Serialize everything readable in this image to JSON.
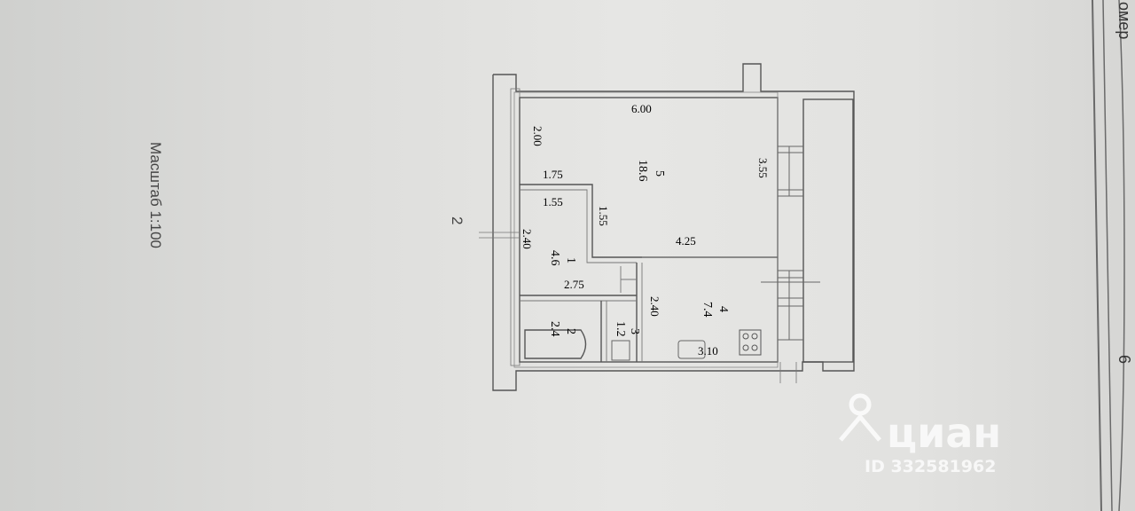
{
  "scale_label": "Масштаб 1:100",
  "sheet_number": "2",
  "edge_text_top": "омер",
  "edge_text_bottom": "6",
  "rooms": [
    {
      "number": "5",
      "area": "18.6"
    },
    {
      "number": "1",
      "area": "4.6"
    },
    {
      "number": "2",
      "area": "2.4"
    },
    {
      "number": "3",
      "area": "1.2"
    },
    {
      "number": "4",
      "area": "7.4"
    }
  ],
  "dimensions": {
    "d_6_00": "6.00",
    "d_2_00": "2.00",
    "d_3_55": "3.55",
    "d_1_75": "1.75",
    "d_1_55a": "1.55",
    "d_1_55b": "1.55",
    "d_4_25": "4.25",
    "d_2_40a": "2.40",
    "d_2_75": "2.75",
    "d_2_40b": "2.40",
    "d_3_10": "3.10"
  },
  "watermark": {
    "brand": "циан",
    "id": "ID 332581962"
  },
  "colors": {
    "line": "#555555",
    "text": "#2d2d2d",
    "paper": "#e4e4e2"
  }
}
